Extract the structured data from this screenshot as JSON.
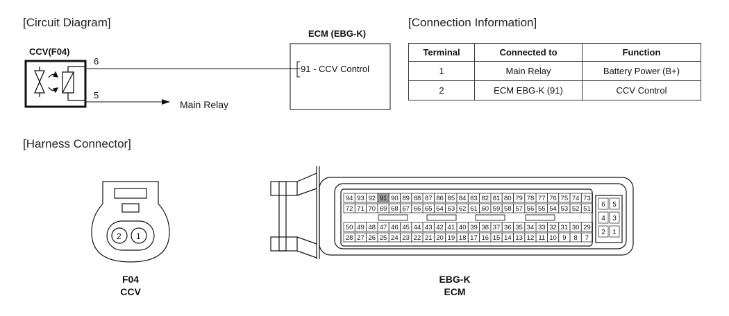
{
  "sections": {
    "circuit": "[Circuit Diagram]",
    "connection": "[Connection Information]",
    "harness": "[Harness Connector]"
  },
  "circuit": {
    "ccv_label": "CCV(F04)",
    "pin_top": "6",
    "pin_bottom": "5",
    "main_relay": "Main Relay",
    "ecm_title": "ECM (EBG-K)",
    "ecm_pin": "91 - CCV Control"
  },
  "connection_table": {
    "headers": [
      "Terminal",
      "Connected to",
      "Function"
    ],
    "rows": [
      [
        "1",
        "Main Relay",
        "Battery Power (B+)"
      ],
      [
        "2",
        "ECM EBG-K (91)",
        "CCV Control"
      ]
    ]
  },
  "harness": {
    "f04_pins": [
      "2",
      "1"
    ],
    "f04_label": "F04",
    "f04_sub": "CCV",
    "ecm_label": "EBG-K",
    "ecm_sub": "ECM",
    "ecm_rows": [
      [
        "94",
        "93",
        "92",
        "91",
        "90",
        "89",
        "88",
        "87",
        "86",
        "85",
        "84",
        "83",
        "82",
        "81",
        "80",
        "79",
        "78",
        "77",
        "76",
        "75",
        "74",
        "73"
      ],
      [
        "72",
        "71",
        "70",
        "69",
        "68",
        "67",
        "66",
        "65",
        "64",
        "63",
        "62",
        "61",
        "60",
        "59",
        "58",
        "57",
        "56",
        "55",
        "54",
        "53",
        "52",
        "51"
      ],
      [
        "50",
        "49",
        "48",
        "47",
        "46",
        "45",
        "44",
        "43",
        "42",
        "41",
        "40",
        "39",
        "38",
        "37",
        "36",
        "35",
        "34",
        "33",
        "32",
        "31",
        "30",
        "29"
      ],
      [
        "28",
        "27",
        "26",
        "25",
        "24",
        "23",
        "22",
        "21",
        "20",
        "19",
        "18",
        "17",
        "16",
        "15",
        "14",
        "13",
        "12",
        "11",
        "10",
        "9",
        "8",
        "7"
      ]
    ],
    "ecm_small": [
      [
        "6",
        "5"
      ],
      [
        "4",
        "3"
      ],
      [
        "2",
        "1"
      ]
    ],
    "highlight_pin": "91"
  }
}
